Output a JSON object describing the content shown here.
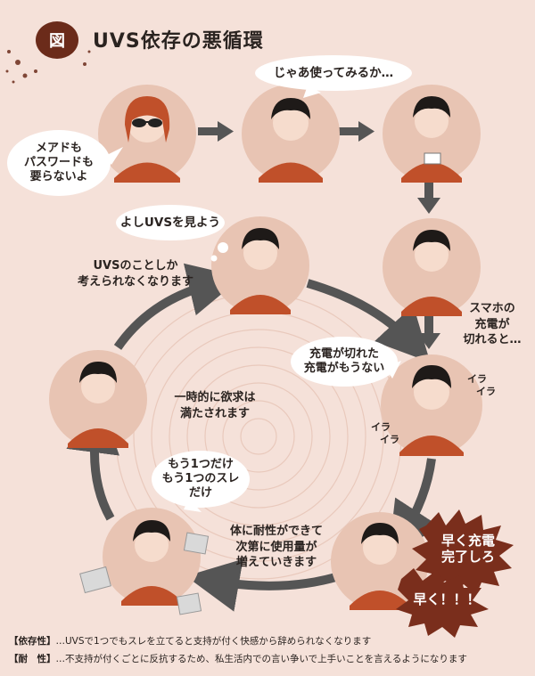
{
  "header": {
    "badge": "図",
    "title": "UVS依存の悪循環"
  },
  "bubbles": {
    "no_email": "メアドも\nパスワードも\n要らないよ",
    "try_it": "じゃあ使ってみるか…",
    "watch_uvs": "よしUVSを見よう",
    "charge_out": "充電が切れた\n充電がもうない",
    "one_more": "もう1つだけ\nもう1つのスレ\nだけ"
  },
  "captions": {
    "only_uvs": "UVSのことしか\n考えられなくなります",
    "phone_dead": "スマホの\n充電が\n切れると…",
    "satisfied": "一時的に欲求は\n満たされます",
    "tolerance": "体に耐性ができて\n次第に使用量が\n増えていきます"
  },
  "irritation": [
    "イラ",
    "イラ",
    "イラ",
    "イラ"
  ],
  "bursts": {
    "hurry_charge": "早く充電\n完了しろ",
    "hurry": "早く！！！"
  },
  "legend": [
    {
      "key": "【依存性】",
      "text": "…UVSで1つでもスレを立てると支持が付く快感から辞められなくなります"
    },
    {
      "key": "【耐　性】",
      "text": "…不支持が付くごとに反抗するため、私生活内での言い争いで上手いことを言えるようになります"
    }
  ],
  "colors": {
    "background": "#f5e1d9",
    "circle": "#e8c4b3",
    "shirt": "#c0502a",
    "arrow": "#555555",
    "burst": "#7a2e1c",
    "badge": "#6b2b1a"
  },
  "icons": [
    "arrow-right-icon",
    "arrow-down-icon",
    "smartphone-icon",
    "sunglasses-icon",
    "splatter-icon"
  ]
}
